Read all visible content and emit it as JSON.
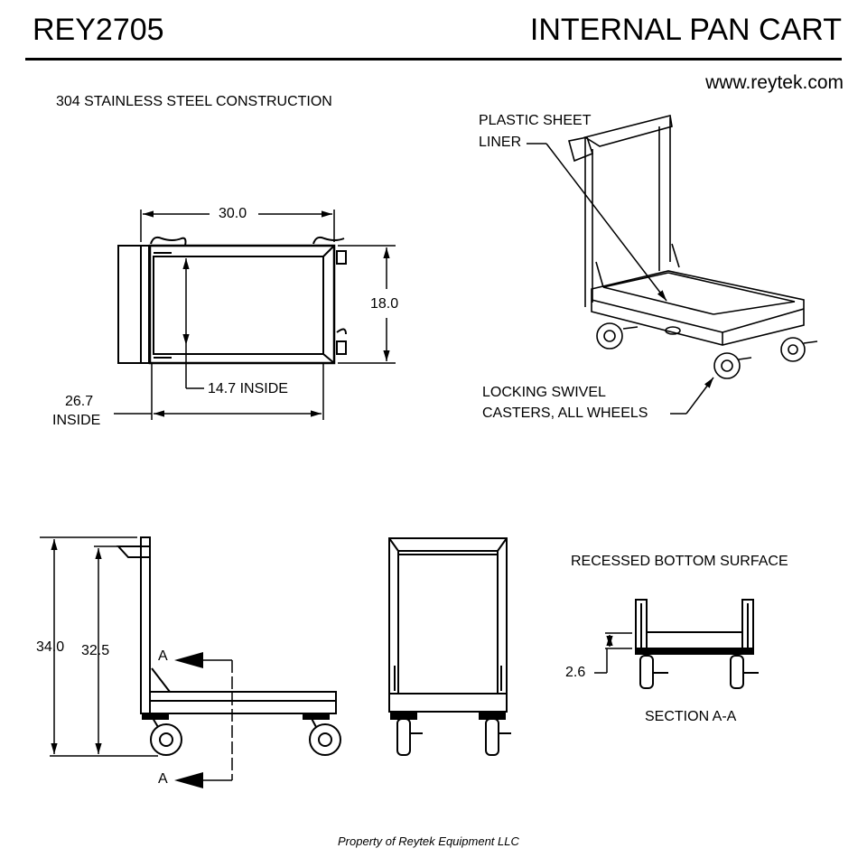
{
  "header": {
    "model_number": "REY2705",
    "product_name": "INTERNAL PAN CART",
    "website": "www.reytek.com"
  },
  "notes": {
    "material": "304 STAINLESS STEEL CONSTRUCTION",
    "liner_callout_line1": "PLASTIC SHEET",
    "liner_callout_line2": "LINER",
    "casters_callout_line1": "LOCKING SWIVEL",
    "casters_callout_line2": "CASTERS, ALL WHEELS",
    "recessed_bottom": "RECESSED BOTTOM SURFACE",
    "section_label": "SECTION A-A"
  },
  "dimensions": {
    "overall_length": "30.0",
    "overall_width": "18.0",
    "inside_width": "14.7 INSIDE",
    "inside_length_value": "26.7",
    "inside_length_suffix": "INSIDE",
    "overall_height": "34.0",
    "handle_height": "32.5",
    "recess_depth": "2.6",
    "section_marker": "A"
  },
  "footer": {
    "property_notice": "Property of Reytek Equipment LLC"
  }
}
